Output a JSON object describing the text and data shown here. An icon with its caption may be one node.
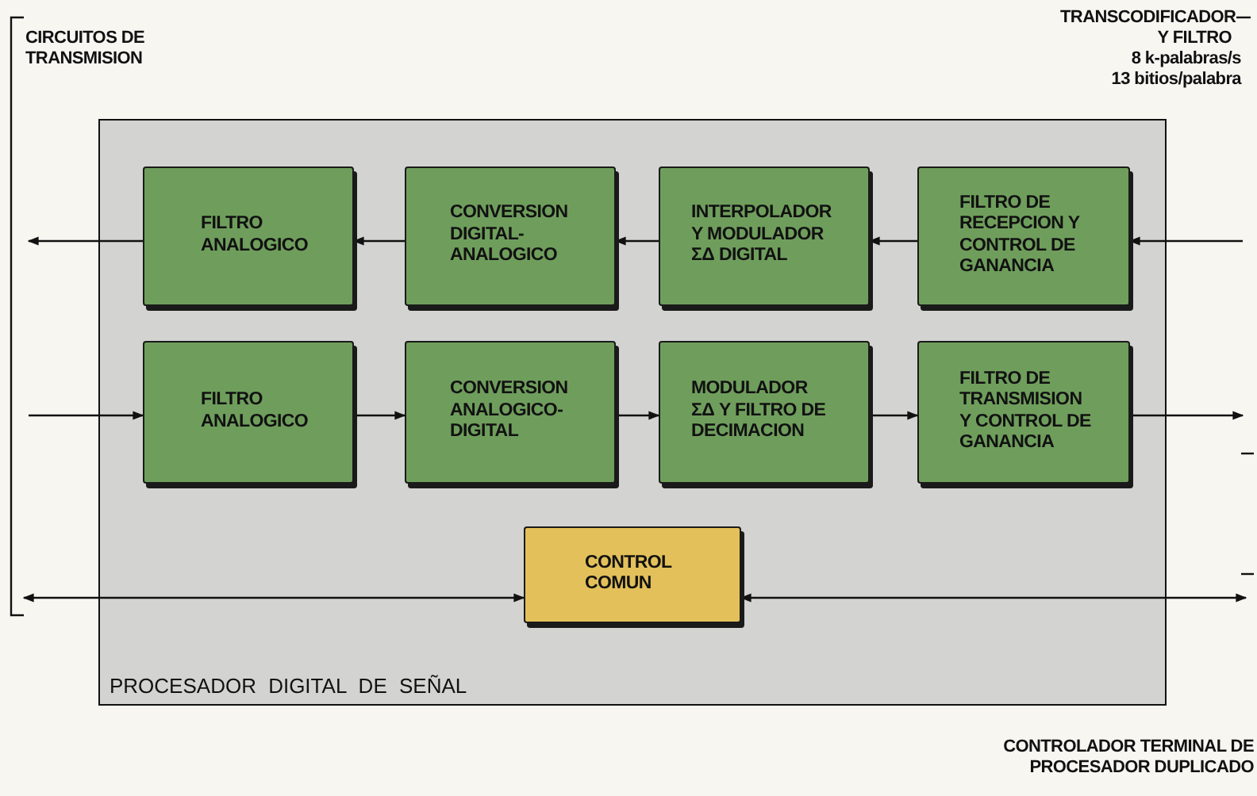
{
  "diagram": {
    "nodes": [
      {
        "text": [
          "PROCESADOR DIGITAL DE SEÑAL"
        ]
      },
      {
        "text": [
          "FILTRO ANALOGICO"
        ],
        "in": 0
      },
      {
        "text": [
          "CONVERSION DIGITAL-ANALOGICO"
        ],
        "in": 0
      },
      {
        "text": [
          "INTERPOLADOR Y MODULADOR ΣΔ DIGITAL"
        ],
        "in": 0
      },
      {
        "text": [
          "FILTRO DE RECEPCION Y CONTROL DE GANANCIA"
        ],
        "in": 0
      },
      {
        "text": [
          "FILTRO ANALOGICO"
        ],
        "in": 0
      },
      {
        "text": [
          "CONVERSION ANALOGICO-DIGITAL"
        ],
        "in": 0
      },
      {
        "text": [
          "MODULADOR ΣΔ Y FILTRO DE DECIMACION"
        ],
        "in": 0
      },
      {
        "text": [
          "FILTRO DE TRANSMISION Y CONTROL DE GANANCIA"
        ],
        "in": 0
      },
      {
        "text": [
          "CONTROL COMUN"
        ],
        "in": 0
      }
    ],
    "edges": [
      {
        "from": null,
        "to": 4,
        "arrow": "to"
      },
      {
        "from": 4,
        "to": 3,
        "arrow": "to"
      },
      {
        "from": 3,
        "to": 2,
        "arrow": "to"
      },
      {
        "from": 2,
        "to": 1,
        "arrow": "to"
      },
      {
        "from": 1,
        "to": null,
        "arrow": "to"
      },
      {
        "from": null,
        "to": 5,
        "arrow": "to"
      },
      {
        "from": 5,
        "to": 6,
        "arrow": "to"
      },
      {
        "from": 6,
        "to": 7,
        "arrow": "to"
      },
      {
        "from": 7,
        "to": 8,
        "arrow": "to"
      },
      {
        "from": 8,
        "to": null,
        "arrow": "to"
      },
      {
        "from": null,
        "to": 9,
        "arrow": "both"
      },
      {
        "from": 9,
        "to": null,
        "arrow": "both"
      }
    ],
    "labels": [
      "CIRCUITOS DE TRANSMISION",
      "TRANSCODIFICADOR Y FILTRO",
      "8 k-palabras/s",
      "13 bitios/palabra",
      "CONTROLADOR TERMINAL DE PROCESADOR DUPLICADO"
    ]
  }
}
